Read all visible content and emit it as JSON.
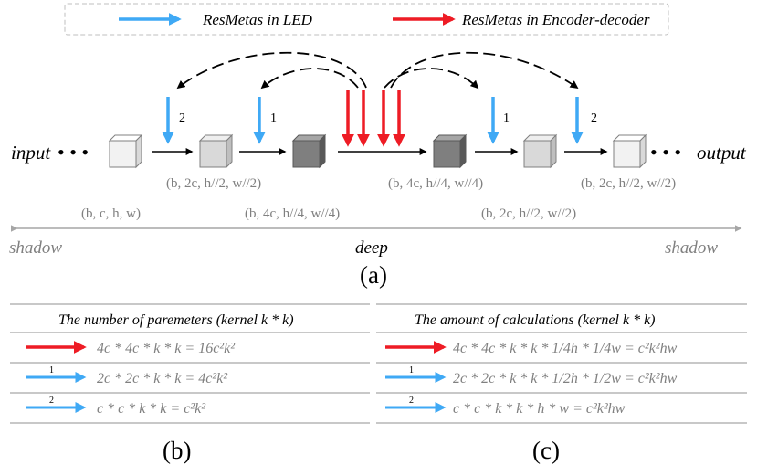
{
  "legend": {
    "led_label": "ResMetas in LED",
    "encdec_label": "ResMetas in Encoder-decoder",
    "led_color": "#3fa9f5",
    "encdec_color": "#ee1c25"
  },
  "pipeline": {
    "input_label": "input",
    "output_label": "output",
    "dots": "• • •",
    "arrow_numbers": [
      "2",
      "1",
      "1",
      "2"
    ],
    "shapes": {
      "s1": "(b, c, h, w)",
      "s2": "(b, 2c, h//2, w//2)",
      "s3": "(b, 4c, h//4, w//4)",
      "s4": "(b, 4c, h//4, w//4)",
      "s5": "(b, 2c, h//2, w//2)",
      "s6": "(b, 2c, h//2, w//2)"
    },
    "cube_colors": [
      "#f2f2f2",
      "#d9d9d9",
      "#7f7f7f",
      "#7f7f7f",
      "#d9d9d9",
      "#f2f2f2"
    ]
  },
  "depth_axis": {
    "left": "shadow",
    "center": "deep",
    "right": "shadow"
  },
  "captions": {
    "a": "(a)",
    "b": "(b)",
    "c": "(c)"
  },
  "table_b": {
    "header": "The number of paremeters (kernel k * k)",
    "rows": [
      {
        "arrow": "red",
        "num": "",
        "formula": "4c * 4c * k * k = 16c²k²"
      },
      {
        "arrow": "blue",
        "num": "1",
        "formula": "2c * 2c * k * k = 4c²k²"
      },
      {
        "arrow": "blue",
        "num": "2",
        "formula": "c * c * k * k = c²k²"
      }
    ]
  },
  "table_c": {
    "header": "The amount of calculations  (kernel k * k)",
    "rows": [
      {
        "arrow": "red",
        "num": "",
        "formula": "4c * 4c * k * k * 1/4h * 1/4w = c²k²hw"
      },
      {
        "arrow": "blue",
        "num": "1",
        "formula": "2c * 2c * k * k * 1/2h * 1/2w = c²k²hw"
      },
      {
        "arrow": "blue",
        "num": "2",
        "formula": "c * c * k * k * h * w = c²k²hw"
      }
    ]
  }
}
